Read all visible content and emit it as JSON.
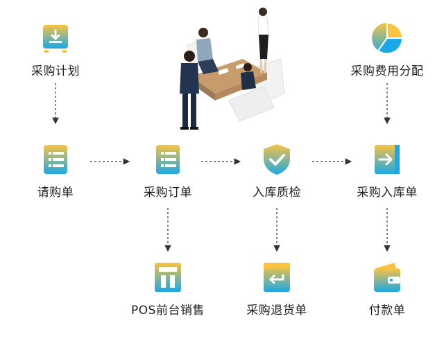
{
  "nodes": {
    "plan": {
      "label": "采购计划",
      "icon": "cart-download-icon"
    },
    "request": {
      "label": "请购单",
      "icon": "clipboard-list-icon"
    },
    "order": {
      "label": "采购订单",
      "icon": "clipboard-list-icon"
    },
    "inspection": {
      "label": "入库质检",
      "icon": "shield-check-icon"
    },
    "cost": {
      "label": "采购费用分配",
      "icon": "pie-chart-icon"
    },
    "inbound": {
      "label": "采购入库单",
      "icon": "door-enter-icon"
    },
    "pos": {
      "label": "POS前台销售",
      "icon": "pos-register-icon"
    },
    "return": {
      "label": "采购退货单",
      "icon": "return-box-icon"
    },
    "payment": {
      "label": "付款单",
      "icon": "wallet-icon"
    }
  },
  "colors": {
    "gradient_top": "#f9c340",
    "gradient_bottom": "#1aa9e6",
    "arrow": "#333333"
  },
  "illustration": "business-meeting-illustration"
}
